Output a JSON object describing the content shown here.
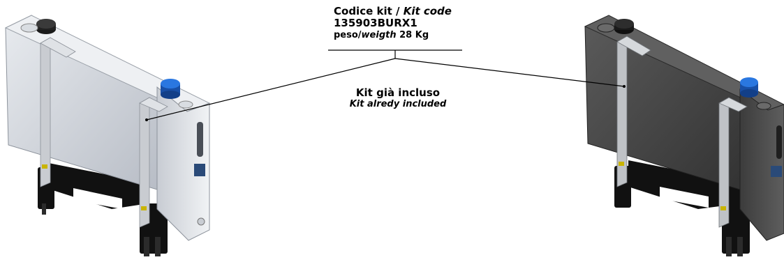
{
  "callout": {
    "code_label": "Codice kit / ",
    "code_label_en": "Kit code",
    "code_value": "135903BURX1",
    "weight_label": "peso/",
    "weight_label_en": "weigth",
    "weight_value": " 28 Kg"
  },
  "note": {
    "it": "Kit già incluso",
    "en": "Kit alredy included"
  },
  "colors": {
    "tank_left": "#d4d8df",
    "tank_right": "#4a4a4a",
    "cap_blue": "#1e63c8",
    "bracket": "#111111"
  },
  "icons": [
    "tank-light-grey-image",
    "tank-dark-grey-image",
    "blue-cap-icon",
    "black-cap-icon"
  ]
}
